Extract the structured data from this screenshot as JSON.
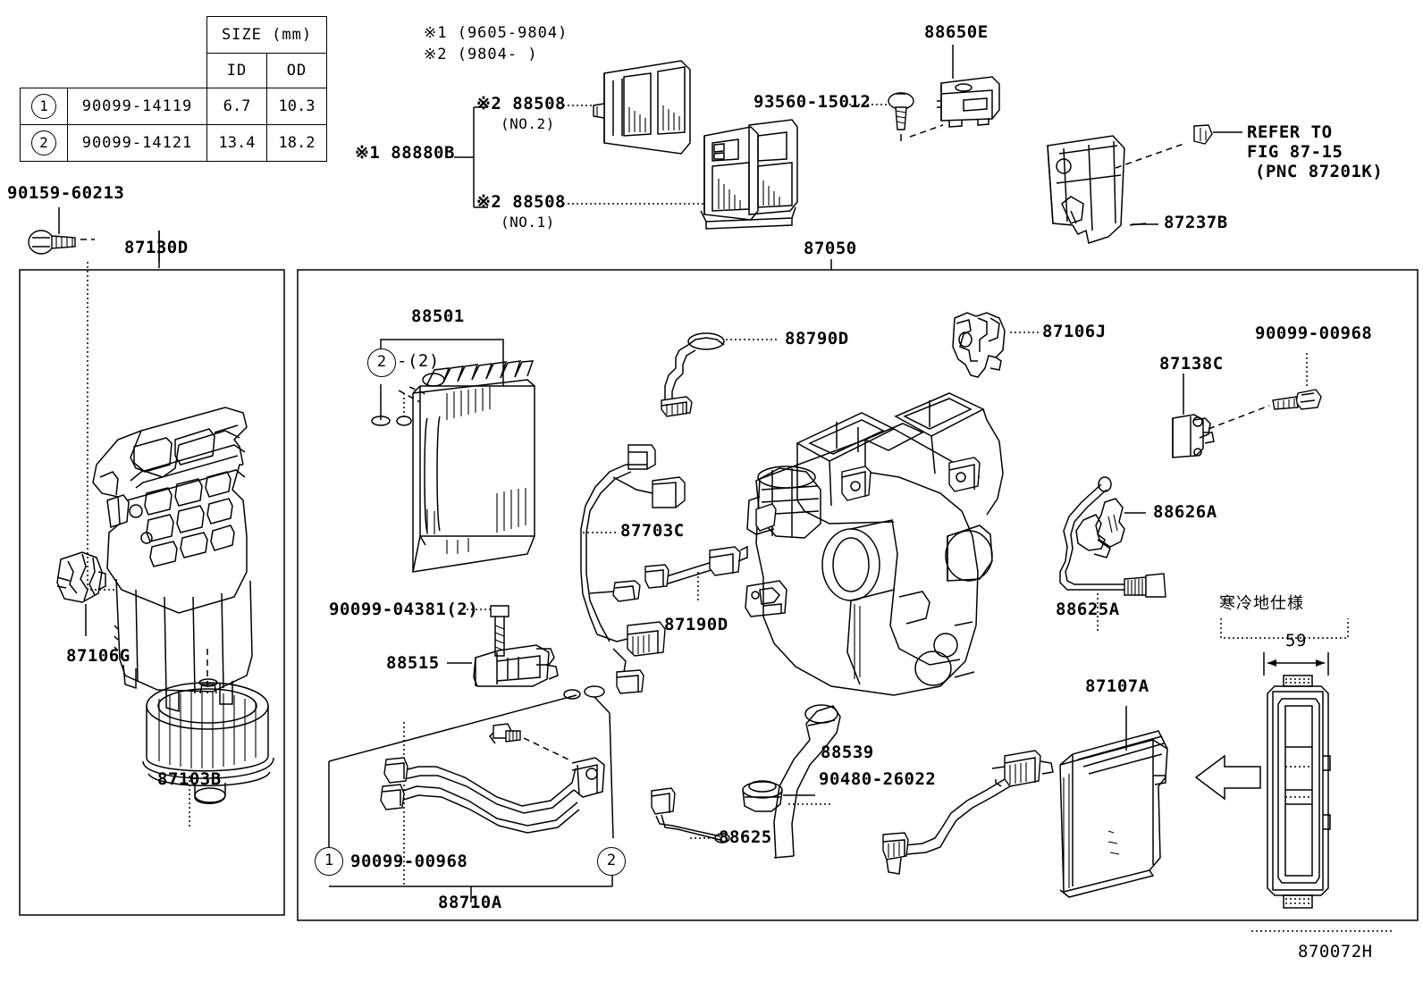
{
  "diagram": {
    "figure_code": "870072H",
    "title_notes": {
      "note1": "※1 (9605-9804)",
      "note2": "※2 (9804-      )"
    },
    "size_table": {
      "header_group": "SIZE (mm)",
      "col_id": "ID",
      "col_od": "OD",
      "rows": [
        {
          "ref": "1",
          "part_number": "90099-14119",
          "id": "6.7",
          "od": "10.3"
        },
        {
          "ref": "2",
          "part_number": "90099-14121",
          "id": "13.4",
          "od": "18.2"
        }
      ]
    },
    "refer_note": {
      "line1": "REFER TO",
      "line2": "FIG 87-15",
      "line3": "(PNC 87201K)"
    },
    "cold_region_note": "寒冷地仕様",
    "dimension_59": "59",
    "callouts": {
      "screw_top_left": "90159-60213",
      "blower_case": "87130D",
      "filter_group": "※1 88880B",
      "filter_no2": "※2 88508",
      "filter_no2_sub": "(NO.2)",
      "filter_no1": "※2 88508",
      "filter_no1_sub": "(NO.1)",
      "screw_93560": "93560-15012",
      "amplifier": "88650E",
      "duct_87237": "87237B",
      "heater_unit": "87050",
      "evaporator": "88501",
      "evap_ref": "2",
      "evap_qty": "-(2)",
      "blower_resistor": "87106G",
      "blower_motor": "87103B",
      "thermistor_88790": "88790D",
      "bracket_87106J": "87106J",
      "clip_87138C": "87138C",
      "bolt_90099_00968_right": "90099-00968",
      "wire_88626A": "88626A",
      "wire_88625A": "88625A",
      "harness_87703C": "87703C",
      "harness_87190D": "87190D",
      "bolt_90099_04381": "90099-04381(2)",
      "expansion_valve": "88515",
      "tube_88710A": "88710A",
      "bolt_90099_00968_bottom": "90099-00968",
      "ref_1": "1",
      "ref_2": "2",
      "drain_hose": "88539",
      "grommet": "90480-26022",
      "wire_88625": "88625",
      "heater_core": "87107A"
    }
  }
}
